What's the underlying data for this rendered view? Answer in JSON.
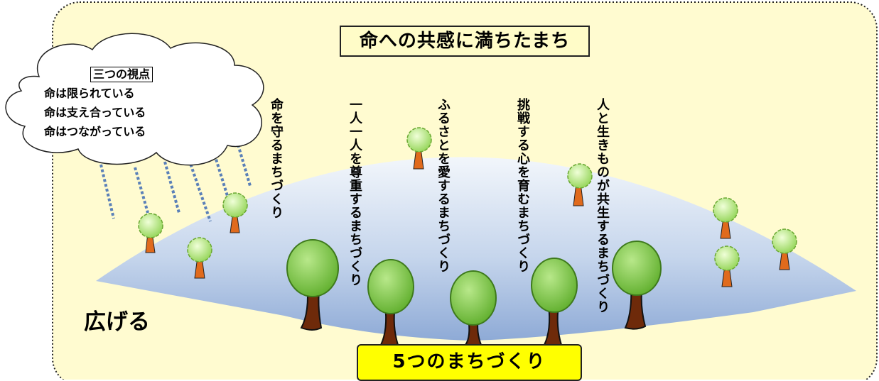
{
  "title": "命への共感に満ちたまち",
  "cloud": {
    "heading": "三つの視点",
    "lines": [
      "命は限られている",
      "命は支え合っている",
      "命はつながっている"
    ]
  },
  "themes": [
    "命を守るまちづくり",
    "一人一人を尊重するまちづくり",
    "ふるさとを愛するまちづくり",
    "挑戦する心を育むまちづくり",
    "人と生きものが共生するまちづくり"
  ],
  "spread_label": "広げる",
  "bottom_label": "5つのまちづくり",
  "colors": {
    "background": "#fffbd0",
    "border": "#222222",
    "title_box": "#fffcc8",
    "bottom_box": "#ffff00",
    "dome_top": "#eef4fa",
    "dome_bottom": "#8eaad6",
    "rain": "#5a80b8",
    "tree_leaf": "#7ec241",
    "tree_leaf_light": "#b8e88a",
    "trunk": "#6e2a0a",
    "small_trunk": "#e06a1c"
  }
}
